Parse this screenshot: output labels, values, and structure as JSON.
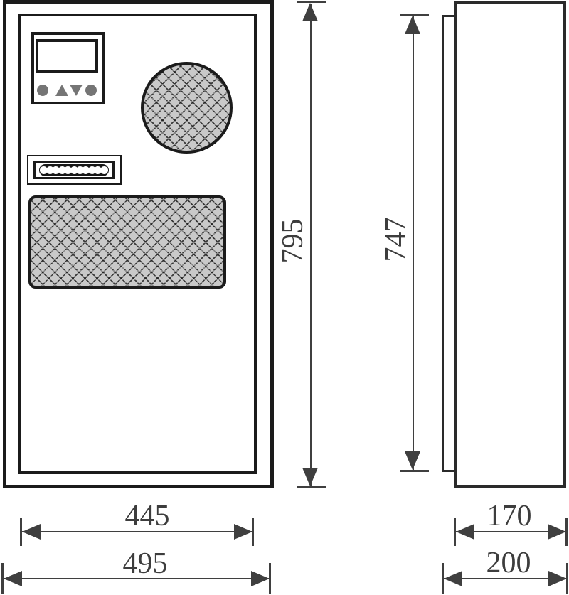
{
  "dimensions": {
    "cabinet_height": "795",
    "door_panel_height": "747",
    "inner_width": "445",
    "overall_width": "495",
    "body_depth": "170",
    "overall_depth": "200"
  },
  "louver_vent": {
    "circle_count": 11
  },
  "controller": {
    "button_icons": [
      "circle-button-icon",
      "up-triangle-icon",
      "down-triangle-icon",
      "circle-button-icon"
    ]
  },
  "colors": {
    "outline": "#1b1b1b",
    "dimension_line": "#3f3f3f",
    "mesh_fill": "#c9c9c9",
    "mesh_line": "#1e1e1e",
    "button_gray": "#757575",
    "background": "#ffffff"
  }
}
